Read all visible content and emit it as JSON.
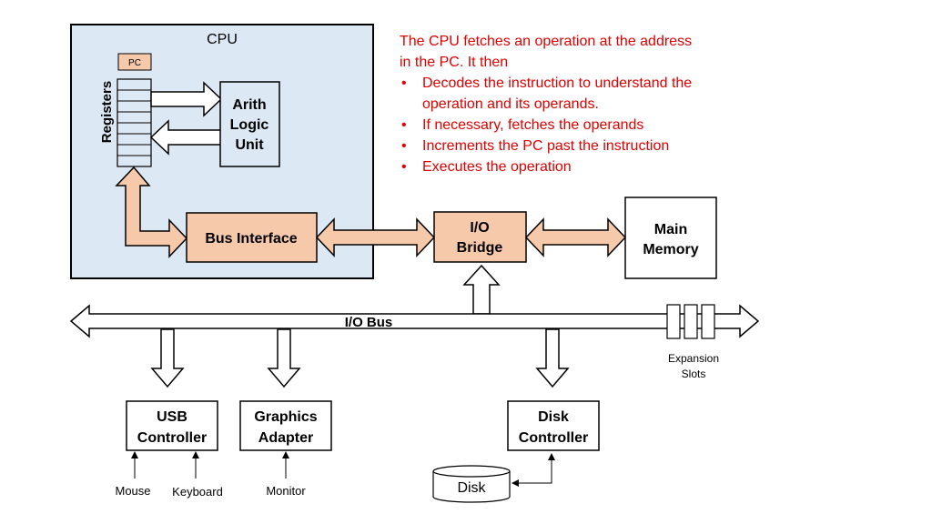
{
  "cpu": {
    "label": "CPU",
    "pc_label": "PC",
    "registers_label": "Registers",
    "alu_lines": [
      "Arith",
      "Logic",
      "Unit"
    ],
    "bus_interface_label": "Bus Interface"
  },
  "io_bridge_lines": [
    "I/O",
    "Bridge"
  ],
  "main_memory_lines": [
    "Main",
    "Memory"
  ],
  "io_bus_label": "I/O Bus",
  "expansion_slots_lines": [
    "Expansion",
    "Slots"
  ],
  "usb_controller_lines": [
    "USB",
    "Controller"
  ],
  "graphics_adapter_lines": [
    "Graphics",
    "Adapter"
  ],
  "disk_controller_lines": [
    "Disk",
    "Controller"
  ],
  "devices": {
    "mouse": "Mouse",
    "keyboard": "Keyboard",
    "monitor": "Monitor",
    "disk": "Disk"
  },
  "annotation": {
    "intro_1": "The CPU fetches an operation at the address",
    "intro_2": "in the PC.  It then",
    "bullet_char": "•",
    "steps": [
      "Decodes the instruction to understand the",
      "operation and its operands.",
      "If necessary, fetches the operands",
      "Increments the PC past the instruction",
      "Executes the operation"
    ]
  },
  "colors": {
    "cpu_fill": "#dce8f4",
    "component_fill": "#f7c9ab",
    "annotation_text": "#e00000",
    "stroke": "#000000"
  }
}
